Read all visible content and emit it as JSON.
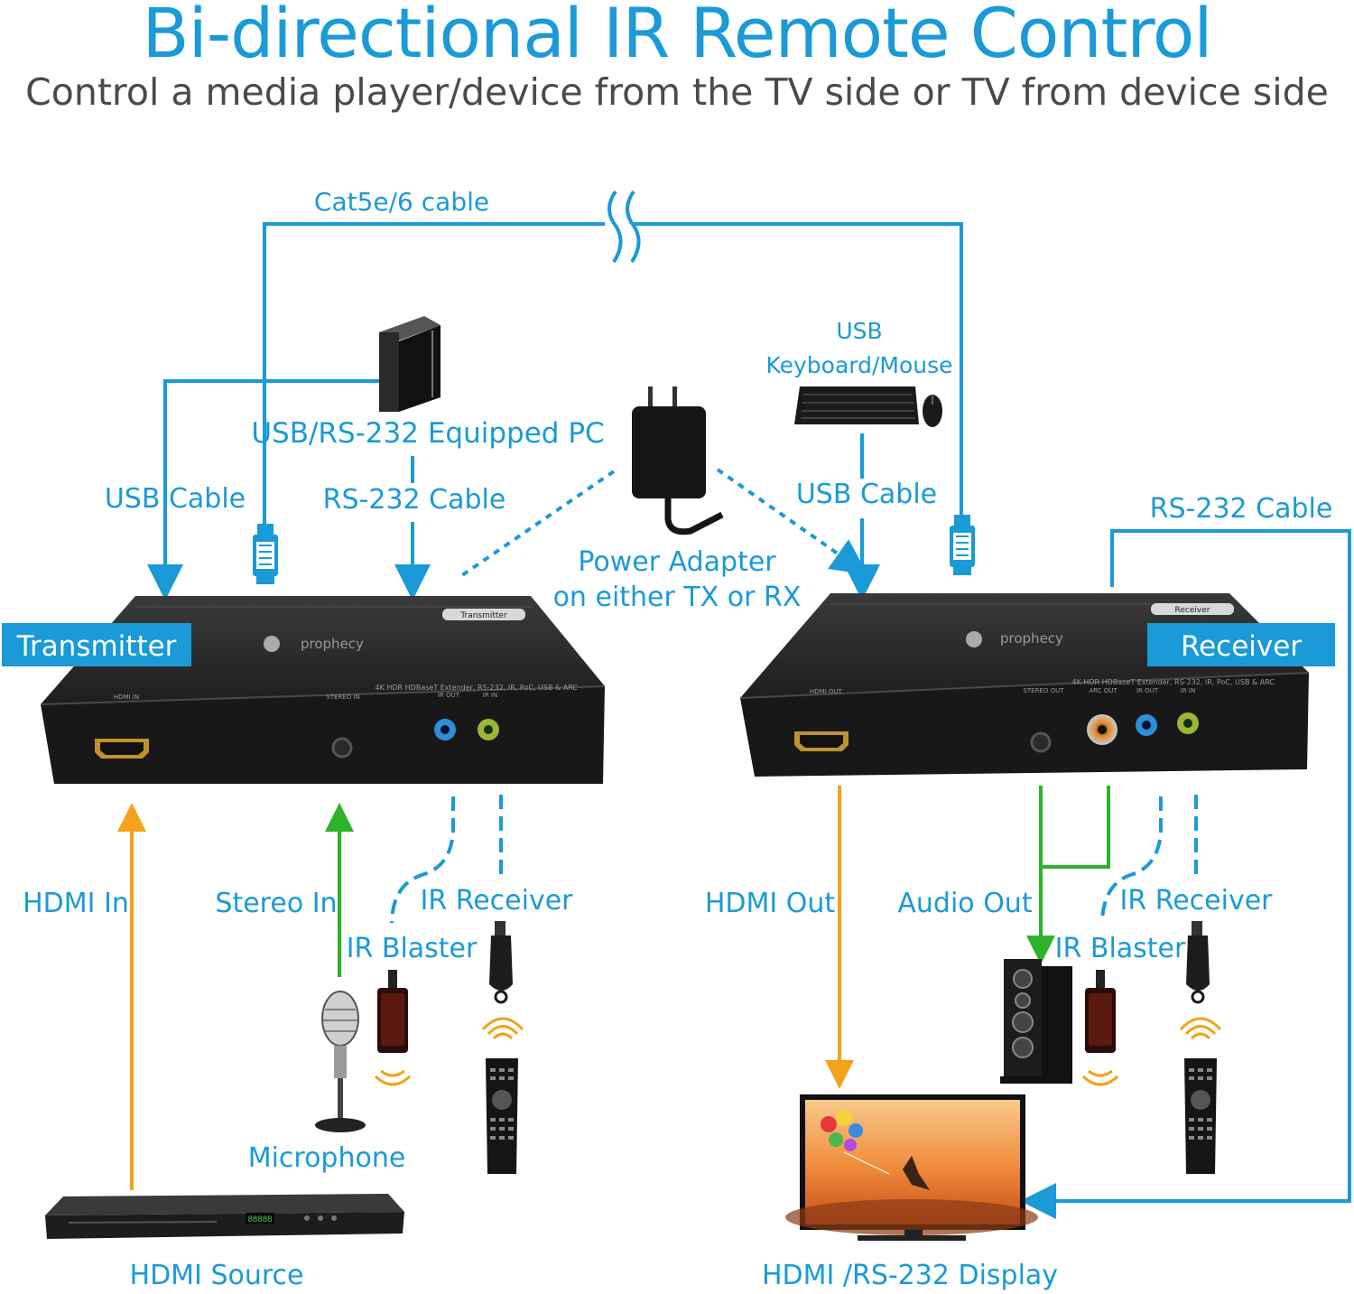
{
  "header": {
    "title": "Bi-directional IR Remote Control",
    "subtitle": "Control a media player/device from the TV side or TV from device side"
  },
  "labels": {
    "cat_cable": "Cat5e/6 cable",
    "pc": "USB/RS-232 Equipped PC",
    "tx_usb_cable": "USB Cable",
    "tx_rs232_cable": "RS-232 Cable",
    "power_line1": "Power Adapter",
    "power_line2": "on either TX or RX",
    "usb_kbd_line1": "USB",
    "usb_kbd_line2": "Keyboard/Mouse",
    "rx_usb_cable": "USB Cable",
    "rx_rs232_cable": "RS-232 Cable",
    "hdmi_in": "HDMI In",
    "stereo_in": "Stereo In",
    "tx_ir_receiver": "IR Receiver",
    "tx_ir_blaster": "IR Blaster",
    "microphone": "Microphone",
    "hdmi_source": "HDMI Source",
    "hdmi_out": "HDMI Out",
    "audio_out": "Audio Out",
    "rx_ir_receiver": "IR Receiver",
    "rx_ir_blaster": "IR Blaster",
    "display": "HDMI /RS-232 Display"
  },
  "devices": {
    "transmitter": {
      "tag": "Transmitter",
      "badge": "Transmitter",
      "brand": "prophecy",
      "model_line": "4K HDR HDBaseT Extender, RS-232, IR, PoC, USB & ARC",
      "port_hdmi": "HDMI IN",
      "port_stereo": "STEREO IN",
      "port_ir_out": "IR OUT",
      "port_ir_in": "IR IN"
    },
    "receiver": {
      "tag": "Receiver",
      "badge": "Receiver",
      "brand": "prophecy",
      "model_line": "4K HDR HDBaseT Extender, RS-232, IR, PoC, USB & ARC",
      "port_hdmi": "HDMI OUT",
      "port_stereo": "STEREO OUT",
      "port_arc": "ARC OUT",
      "port_ir_out": "IR OUT",
      "port_ir_in": "IR IN"
    }
  },
  "player_display": "88888",
  "colors": {
    "accent": "#1a9ad7",
    "hdmi_arrow": "#f2a21b",
    "audio_arrow": "#2db32a",
    "device_body": "#1c1c1c",
    "subtitle": "#4a4a4a"
  }
}
